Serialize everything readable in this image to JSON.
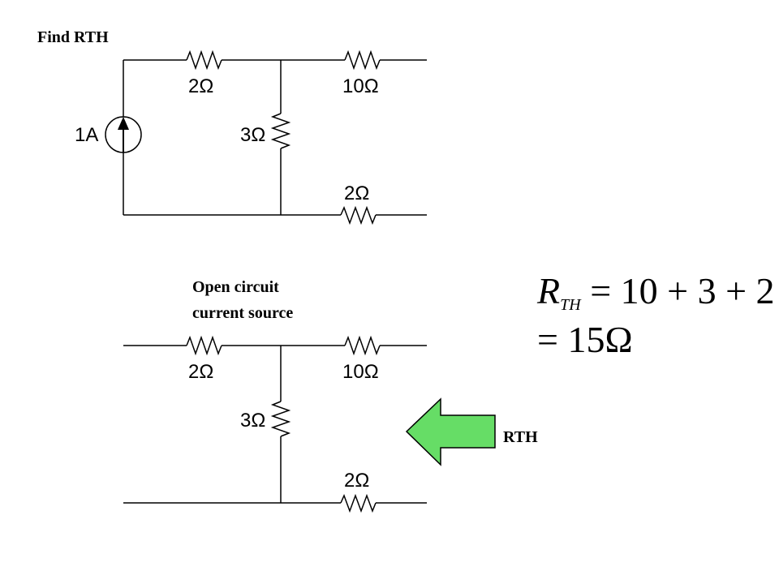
{
  "top": {
    "title": "Find RTH",
    "r_top_left": "2Ω",
    "r_top_right": "10Ω",
    "r_middle": "3Ω",
    "r_bottom": "2Ω",
    "source": "1A"
  },
  "bottom": {
    "note_line1": "Open circuit",
    "note_line2": "current source",
    "r_top_left": "2Ω",
    "r_top_right": "10Ω",
    "r_middle": "3Ω",
    "r_bottom": "2Ω",
    "arrow_label": "RTH",
    "arrow_color": "#66dd66"
  },
  "equation": {
    "line1_symbol": "R",
    "line1_subscript": "TH",
    "line1_rhs": "= 10 + 3 + 2",
    "line2": "= 15Ω"
  }
}
